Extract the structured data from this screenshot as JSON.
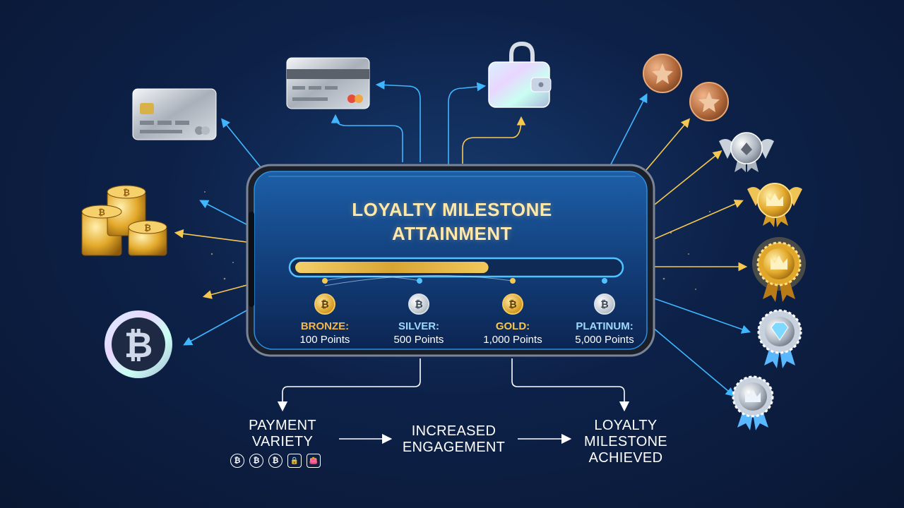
{
  "phone": {
    "title_line1": "LOYALTY MILESTONE",
    "title_line2": "ATTAINMENT",
    "progress": 0.6
  },
  "milestones": [
    {
      "tier": "BRONZE:",
      "points": "100 Points",
      "coin_symbol": "₿",
      "tone": "gold"
    },
    {
      "tier": "SILVER:",
      "points": "500 Points",
      "coin_symbol": "₿",
      "tone": "silver"
    },
    {
      "tier": "GOLD:",
      "points": "1,000 Points",
      "coin_symbol": "₿",
      "tone": "gold"
    },
    {
      "tier": "PLATINUM:",
      "points": "5,000 Points",
      "coin_symbol": "₿",
      "tone": "silver"
    }
  ],
  "flow": {
    "step1_line1": "PAYMENT",
    "step1_line2": "VARIETY",
    "step2_line1": "INCREASED",
    "step2_line2": "ENGAGEMENT",
    "step3_line1": "LOYALTY",
    "step3_line2": "MILESTONE",
    "step3_line3": "ACHIEVED",
    "payment_icons": [
      "₿",
      "₿",
      "₿",
      "🔒",
      "👛"
    ]
  },
  "payment_methods": [
    "credit-card-icon",
    "debit-card-icon",
    "digital-wallet-icon",
    "gold-coin-stack-icon",
    "bitcoin-coin-icon"
  ],
  "rewards": [
    "bronze-star-medal-icon",
    "bronze-star-medal-icon",
    "silver-winged-badge-icon",
    "gold-crown-winged-badge-icon",
    "gold-crown-rosette-icon",
    "diamond-rosette-icon",
    "platinum-crown-rosette-icon"
  ],
  "colors": {
    "background": "#0d2148",
    "accent_blue": "#3fb6ff",
    "accent_gold": "#f6c850",
    "progress_gold": "#e8b53c"
  }
}
